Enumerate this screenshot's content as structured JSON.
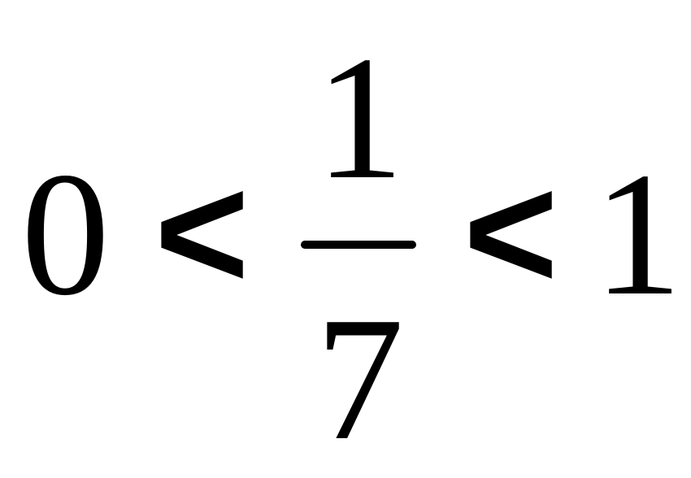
{
  "expression": {
    "left_bound": "0",
    "left_relation": "<",
    "numerator": "1",
    "denominator": "7",
    "right_relation": "<",
    "right_bound": "1"
  }
}
